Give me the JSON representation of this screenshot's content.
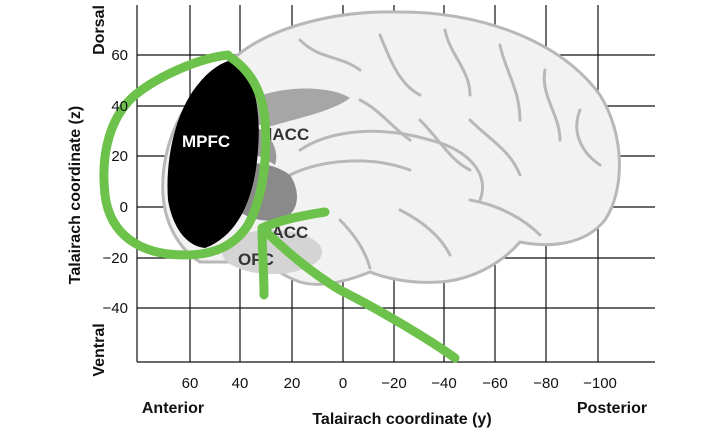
{
  "axes": {
    "y_axis_label": "Talairach coordinate (z)",
    "x_axis_label": "Talairach coordinate (y)",
    "y_top_label": "Dorsal",
    "y_bottom_label": "Ventral",
    "x_left_label": "Anterior",
    "x_right_label": "Posterior",
    "y_ticks": [
      "60",
      "40",
      "20",
      "0",
      "−20",
      "−40"
    ],
    "x_ticks": [
      "60",
      "40",
      "20",
      "0",
      "−20",
      "−40",
      "−60",
      "−80",
      "−100"
    ]
  },
  "regions": {
    "mpfc": "MPFC",
    "dacc": "dACC",
    "vacc": "vACC",
    "ofc": "OFC"
  },
  "colors": {
    "grid": "#111111",
    "brain_fill": "#f2f2f2",
    "brain_outline": "#b8b8b8",
    "mpfc": "#000000",
    "acc": "#9a9a9a",
    "ofc": "#d4d4d4",
    "annotation": "#6cc24a"
  }
}
